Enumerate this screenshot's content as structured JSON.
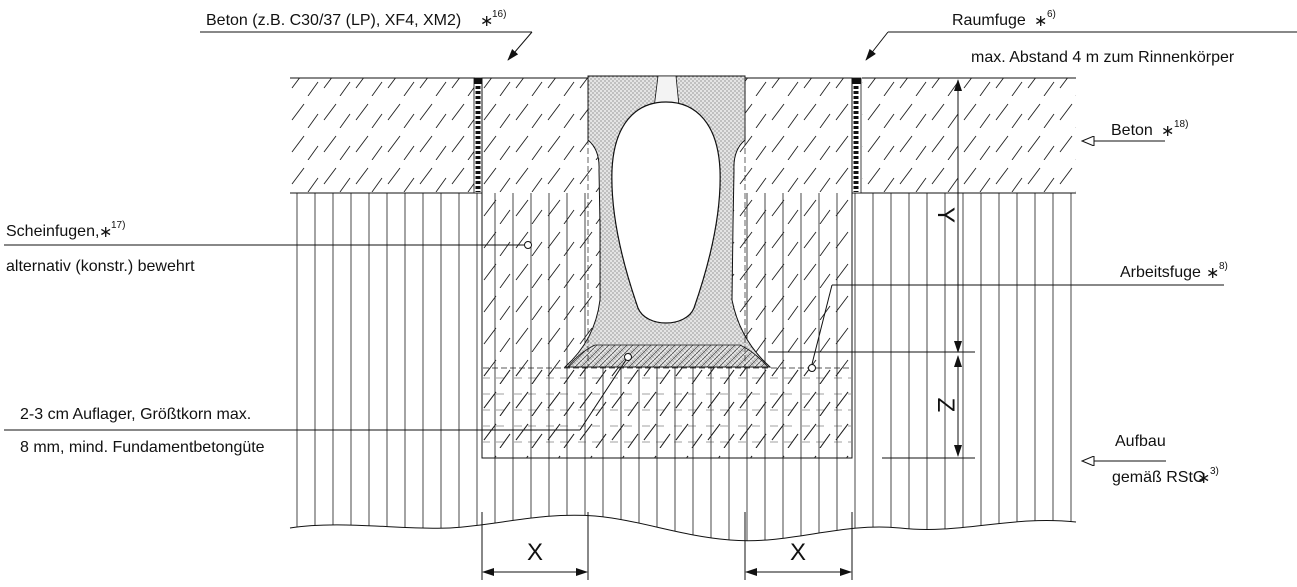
{
  "labels": {
    "beton_top": "Beton (z.B. C30/37 (LP), XF4, XM2)",
    "beton_top_ref": "16)",
    "raumfuge": "Raumfuge",
    "raumfuge_ref": "6)",
    "raumfuge_note": "max. Abstand 4 m zum Rinnenkörper",
    "beton_right": "Beton",
    "beton_right_ref": "18)",
    "scheinfugen": "Scheinfugen,",
    "scheinfugen_ref": "17)",
    "scheinfugen_note": "alternativ (konstr.) bewehrt",
    "arbeitsfuge": "Arbeitsfuge",
    "arbeitsfuge_ref": "8)",
    "auflager_line1": "2-3 cm Auflager, Größtkorn max.",
    "auflager_line2": "8 mm, mind. Fundamentbetongüte",
    "aufbau": "Aufbau",
    "aufbau_note": "gemäß RStO",
    "aufbau_ref": "3)",
    "star": "∗"
  },
  "dimensions": {
    "x_left": "X",
    "x_right": "X",
    "y": "Y",
    "z": "Z"
  }
}
